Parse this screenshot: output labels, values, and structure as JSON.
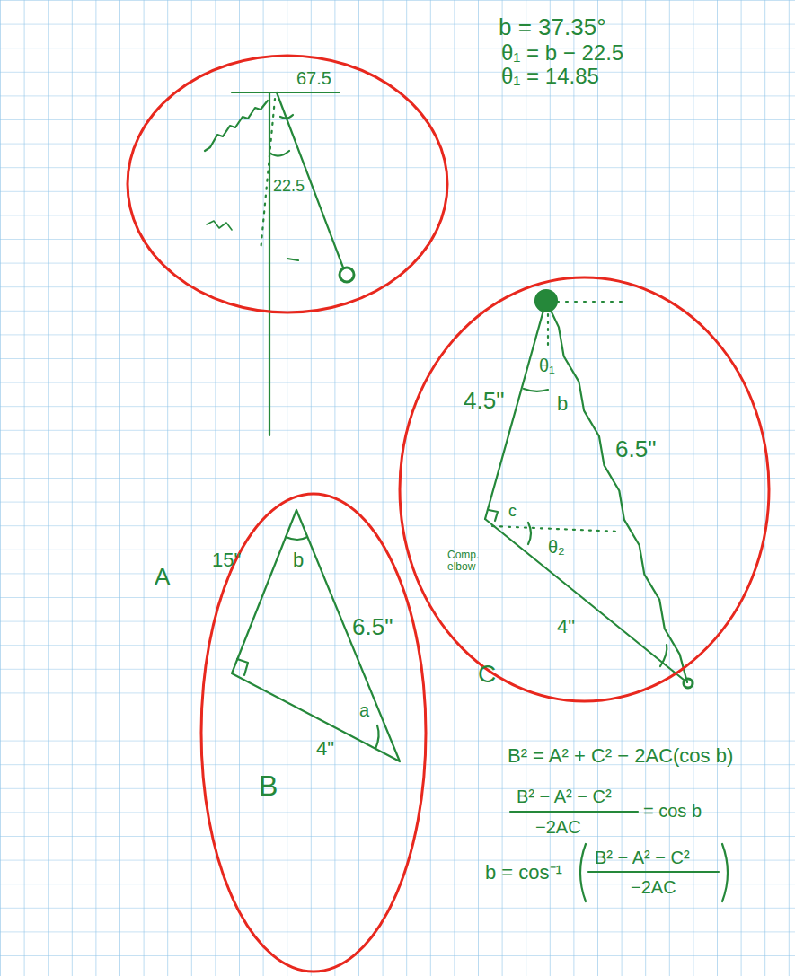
{
  "diagram": {
    "nodes": [
      {
        "text": [
          "67.5",
          "22.5"
        ]
      },
      {
        "text": [
          "θ₁",
          "4.5\"",
          "b",
          "6.5\"",
          "c",
          "θ₂",
          "Comp. elbow",
          "4\""
        ]
      },
      {
        "text": [
          "b",
          "15\"",
          "6.5\"",
          "4\"",
          "a",
          "B"
        ]
      }
    ],
    "labels": [
      "b = 37.35°",
      "θ₁ = b − 22.5",
      "θ₁ = 14.85",
      "A",
      "C",
      "B² = A² + C² − 2AC(cos b)",
      "B² − A² − C²",
      "−2AC",
      "= cos b",
      "b = cos⁻¹",
      "B² − A² − C²",
      "−2AC"
    ]
  }
}
